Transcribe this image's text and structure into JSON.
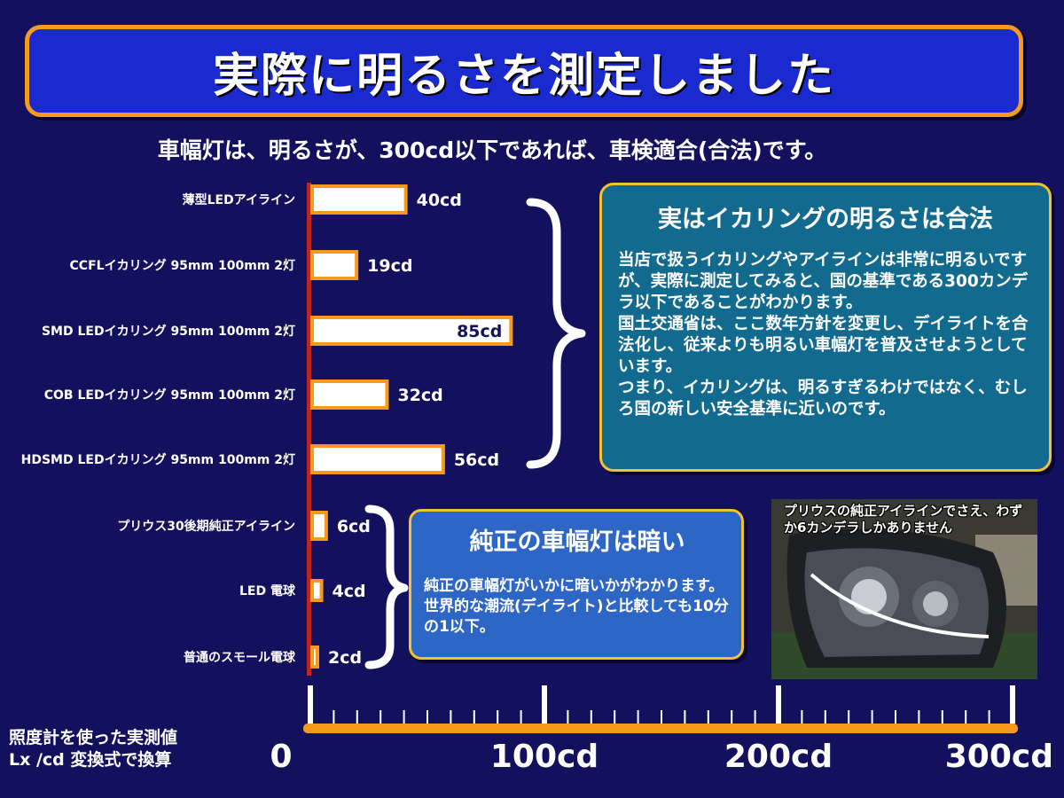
{
  "header": {
    "title": "実際に明るさを測定しました"
  },
  "subtitle": "車幅灯は、明るさが、300cd以下であれば、車検適合(合法)です。",
  "chart_data": {
    "type": "bar",
    "orientation": "horizontal",
    "categories": [
      "薄型LEDアイライン",
      "CCFLイカリング 95mm 100mm 2灯",
      "SMD LEDイカリング 95mm 100mm 2灯",
      "COB LEDイカリング 95mm 100mm 2灯",
      "HDSMD LEDイカリング 95mm 100mm 2灯",
      "プリウス30後期純正アイライン",
      "LED 電球",
      "普通のスモール電球"
    ],
    "values": [
      40,
      19,
      85,
      32,
      56,
      6,
      4,
      2
    ],
    "value_labels": [
      "40cd",
      "19cd",
      "85cd",
      "32cd",
      "56cd",
      "6cd",
      "4cd",
      "2cd"
    ],
    "xlim": [
      0,
      300
    ],
    "tick_labels": [
      "0",
      "100cd",
      "200cd",
      "300cd"
    ],
    "major_ticks": [
      0,
      100,
      200,
      300
    ],
    "minor_tick_step": 10,
    "bar_fill": "#ffffff",
    "bar_border": "#f59a1e",
    "axis_color": "#f59a1e",
    "baseline_color": "#c0241e"
  },
  "legal_box": {
    "title": "実はイカリングの明るさは合法",
    "body": "当店で扱うイカリングやアイラインは非常に明るいですが、実際に測定してみると、国の基準である300カンデラ以下であることがわかります。\n国土交通省は、ここ数年方針を変更し、デイライトを合法化し、従来よりも明るい車幅灯を普及させようとしています。\nつまり、イカリングは、明るすぎるわけではなく、むしろ国の新しい安全基準に近いのです。"
  },
  "stock_box": {
    "title": "純正の車幅灯は暗い",
    "body": "純正の車幅灯がいかに暗いかがわかります。世界的な潮流(デイライト)と比較しても10分の1以下。"
  },
  "photo": {
    "caption": "プリウスの純正アイラインでさえ、わずか6カンデラしかありません"
  },
  "note": {
    "line1": "照度計を使った実測値",
    "line2": "Lx /cd 変換式で換算"
  },
  "colors": {
    "background": "#13115e",
    "title_box": "#1a2acf",
    "accent_orange": "#f59a1e",
    "info_box": "#136a8f",
    "stock_box": "#2e66c6",
    "box_border": "#f3c232"
  }
}
